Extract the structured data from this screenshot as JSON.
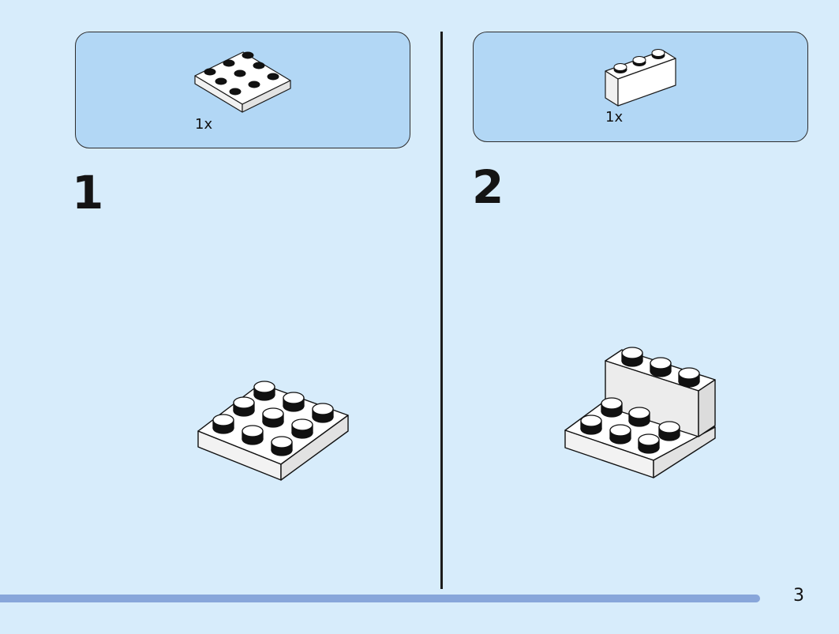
{
  "steps": [
    {
      "number": "1",
      "parts": [
        {
          "quantity": "1x",
          "part": "plate-3x3-icon"
        }
      ]
    },
    {
      "number": "2",
      "parts": [
        {
          "quantity": "1x",
          "part": "brick-1x3-icon"
        }
      ]
    }
  ],
  "page": {
    "number": "3"
  },
  "colors": {
    "background": "#d7ecfb",
    "parts_box": "#b2d7f5",
    "progress_bar": "#88a6da",
    "brick": "#ffffff",
    "outline": "#111111"
  }
}
